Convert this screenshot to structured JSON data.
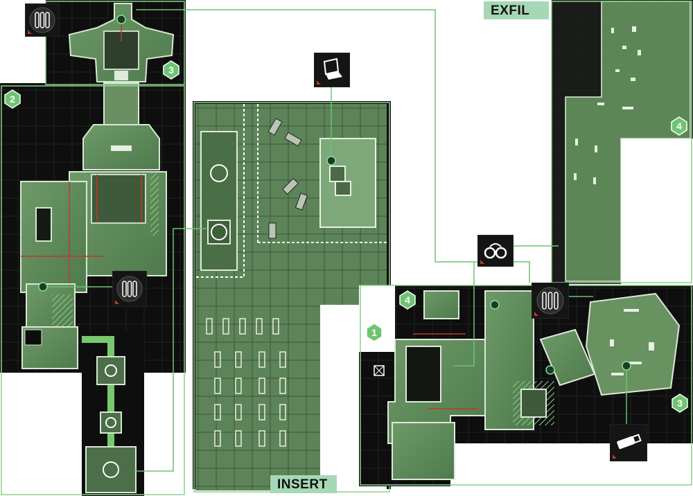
{
  "labels": {
    "exfil": "EXFIL",
    "insert": "INSERT"
  },
  "zones": [
    {
      "id": "1",
      "label": "1"
    },
    {
      "id": "2",
      "label": "2"
    },
    {
      "id": "3a",
      "label": "3"
    },
    {
      "id": "3b",
      "label": "3"
    },
    {
      "id": "4a",
      "label": "4"
    },
    {
      "id": "4b",
      "label": "4"
    }
  ],
  "icons": [
    {
      "name": "ammo-icon"
    },
    {
      "name": "laptop-icon"
    },
    {
      "name": "handcuffs-icon"
    },
    {
      "name": "usb-drive-icon"
    },
    {
      "name": "supply-crate-icon"
    }
  ],
  "colors": {
    "accent_green": "#6fc472",
    "map_green": "#5f8a5a",
    "dark": "#0d0d0d",
    "label_bg": "#a6d8b6",
    "alert_red": "#c0392b"
  }
}
